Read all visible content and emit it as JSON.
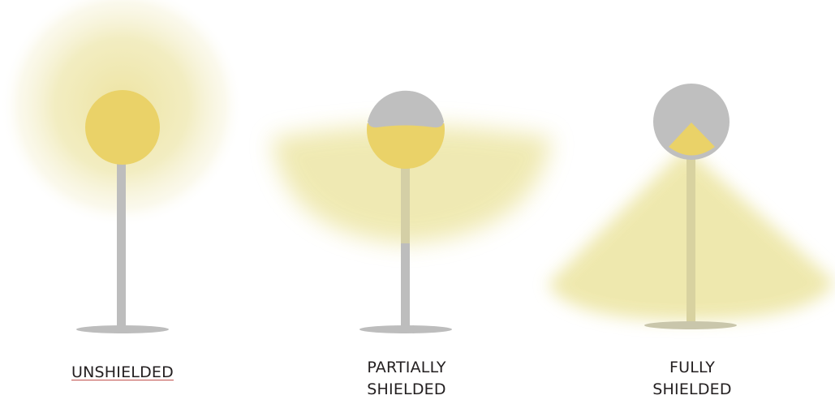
{
  "labels": {
    "unshielded": "UNSHIELDED",
    "partially_line1": "PARTIALLY",
    "partially_line2": "SHIELDED",
    "fully_line1": "FULLY",
    "fully_line2": "SHIELDED"
  },
  "colors": {
    "background": "#ffffff",
    "pole_gray": "#bdbdbd",
    "shield_gray": "#bfbfbf",
    "bulb_yellow": "#ead268",
    "glow_yellow": "#ede6a6",
    "label_text": "#231f20",
    "underline": "#c0504d"
  }
}
